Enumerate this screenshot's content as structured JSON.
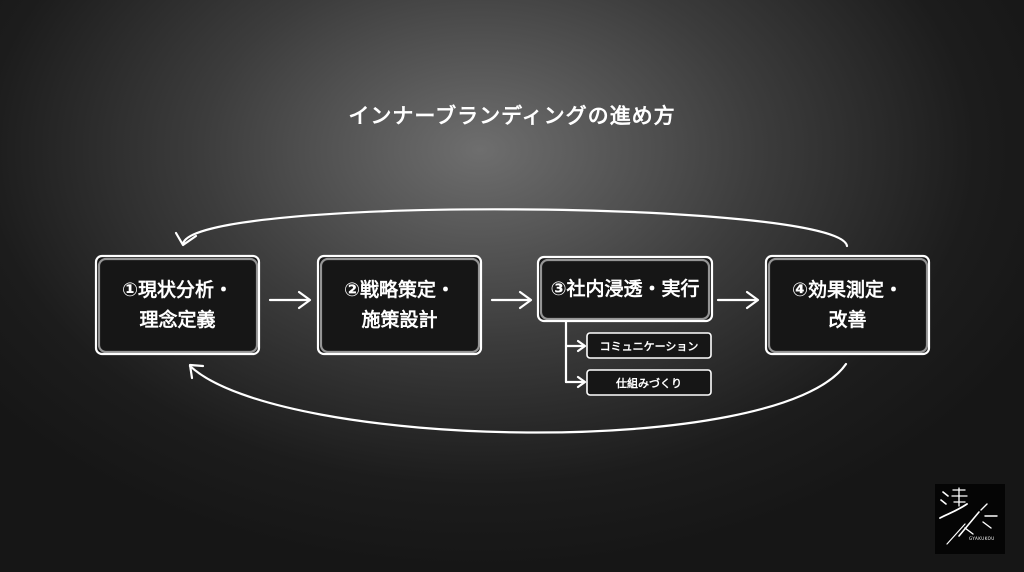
{
  "diagram": {
    "title": "インナーブランディングの進め方",
    "steps": [
      {
        "label": "①現状分析・\n理念定義"
      },
      {
        "label": "②戦略策定・\n施策設計"
      },
      {
        "label": "③社内浸透・実行"
      },
      {
        "label": "④効果測定・\n改善"
      }
    ],
    "sub_items": [
      {
        "label": "コミュニケーション"
      },
      {
        "label": "仕組みづくり"
      }
    ]
  },
  "logo": {
    "icon": "calligraphy-logo-icon",
    "text": "逆光",
    "caption": "GYAKUKOU"
  },
  "colors": {
    "stroke": "#ffffff",
    "box_fill": "#161616",
    "text": "#ffffff"
  }
}
